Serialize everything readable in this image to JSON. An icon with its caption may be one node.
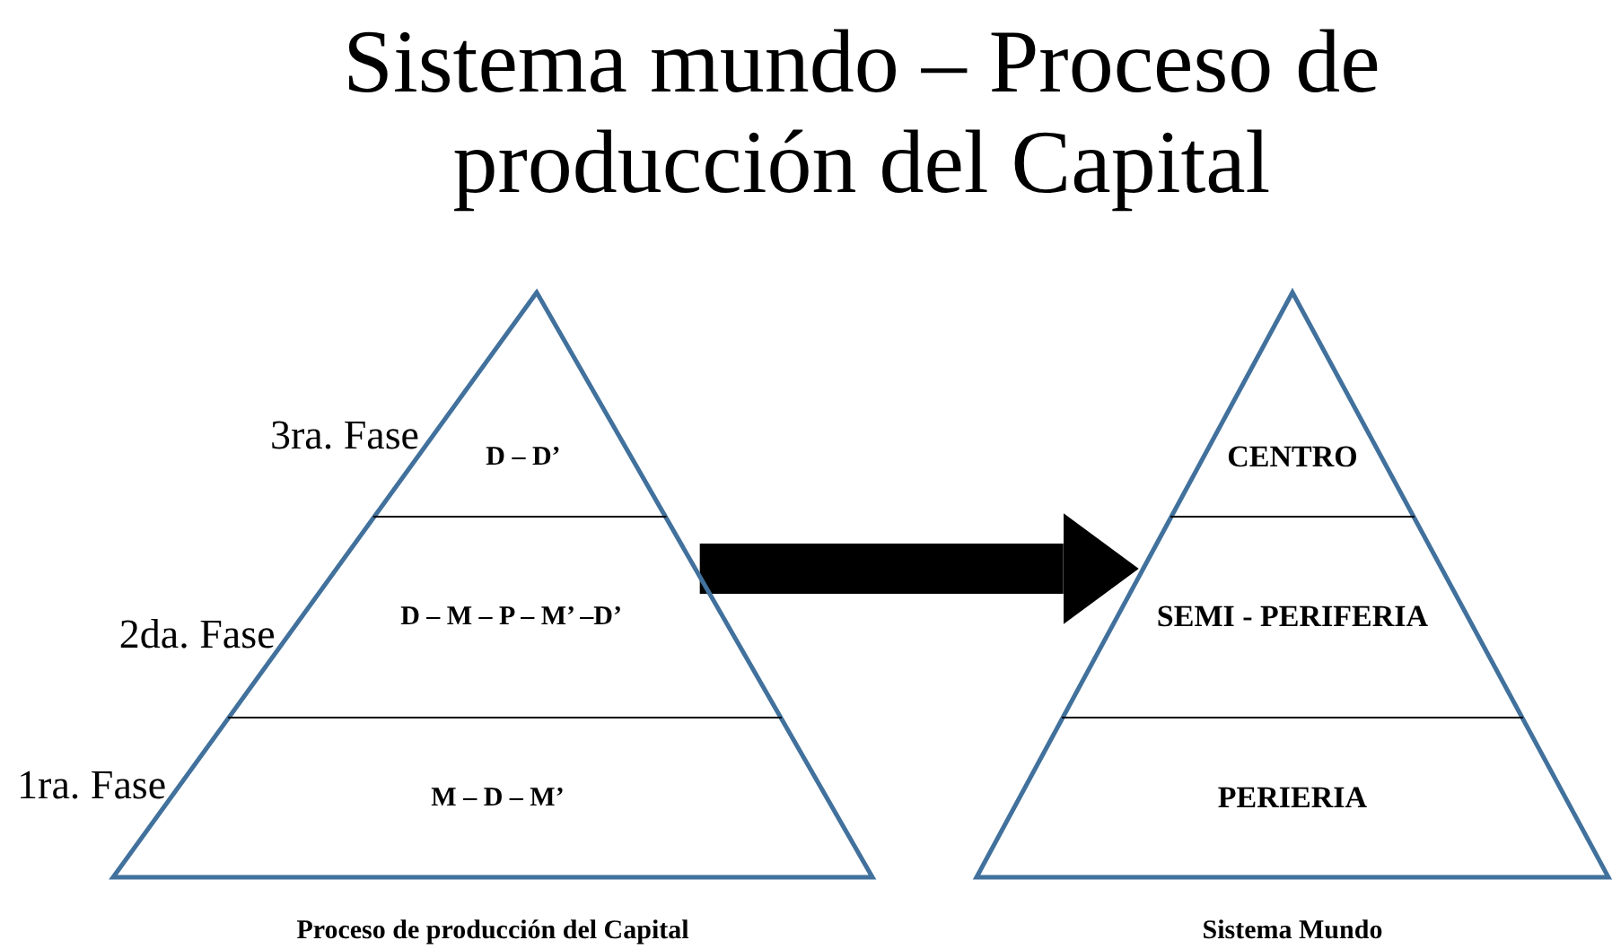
{
  "diagram": {
    "title": "Sistema mundo – Proceso de producción del Capital",
    "nodes": [
      {
        "text": [
          "Proceso de producción del Capital"
        ]
      },
      {
        "text": [
          "D – D’"
        ],
        "in": 0
      },
      {
        "text": [
          "D – M – P – M’ –D’"
        ],
        "in": 0
      },
      {
        "text": [
          "M – D – M’"
        ],
        "in": 0
      },
      {
        "text": [
          "Sistema Mundo"
        ]
      },
      {
        "text": [
          "CENTRO"
        ],
        "in": 4
      },
      {
        "text": [
          "SEMI - PERIFERIA"
        ],
        "in": 4
      },
      {
        "text": [
          "PERIERIA"
        ],
        "in": 4
      }
    ],
    "edges": [
      {
        "from": 0,
        "to": 4,
        "arrow": "to"
      }
    ],
    "labels": [
      "3ra. Fase",
      "2da. Fase",
      "1ra. Fase"
    ]
  }
}
